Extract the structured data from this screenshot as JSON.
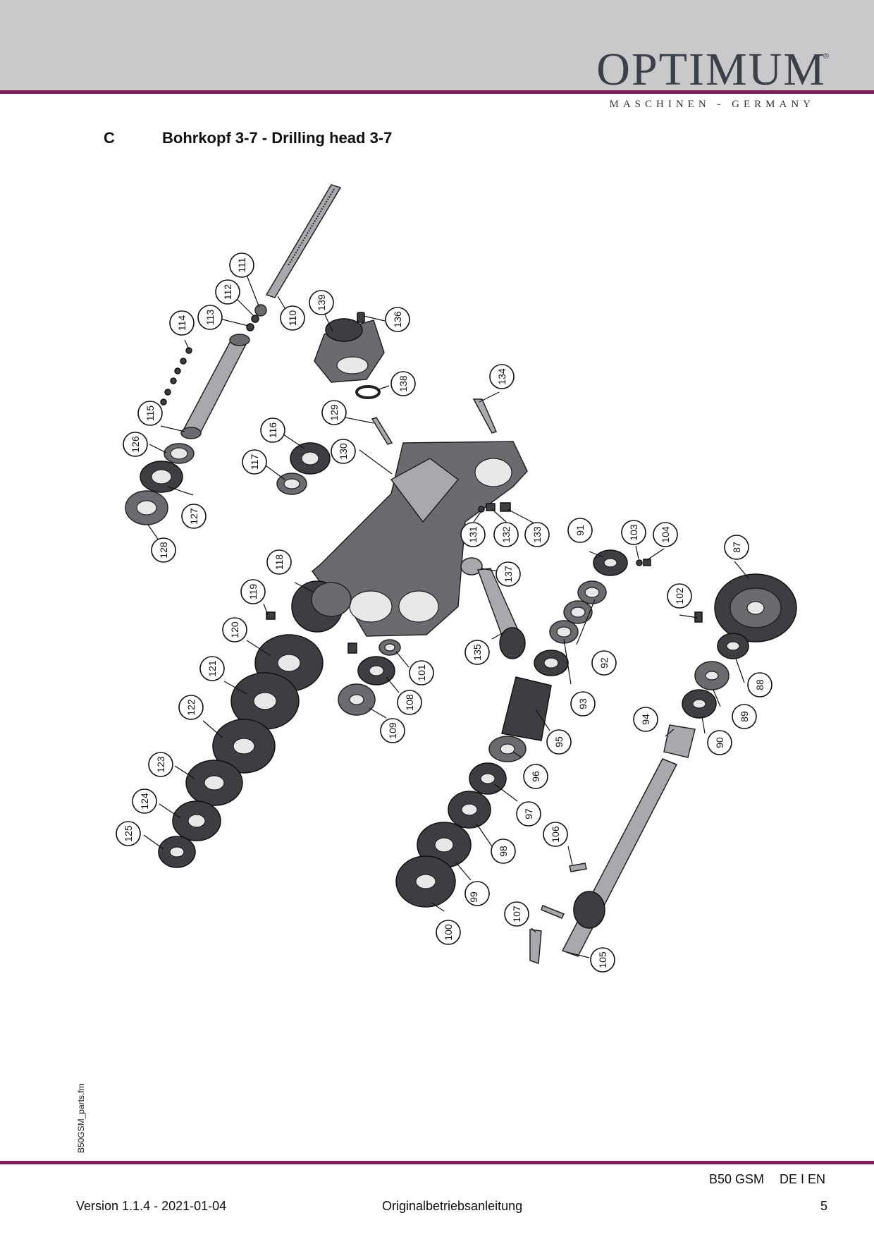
{
  "header": {
    "brand": "OPTIMUM",
    "registered_mark": "®",
    "tagline": "MASCHINEN - GERMANY",
    "band_color": "#c9c9cb",
    "rule_color": "#7f1f5a"
  },
  "section": {
    "letter": "C",
    "title": "Bohrkopf 3-7 - Drilling head 3-7"
  },
  "diagram": {
    "callouts": [
      "111",
      "112",
      "113",
      "114",
      "110",
      "139",
      "136",
      "138",
      "134",
      "129",
      "130",
      "116",
      "117",
      "115",
      "126",
      "127",
      "128",
      "131",
      "132",
      "133",
      "137",
      "118",
      "119",
      "120",
      "121",
      "122",
      "123",
      "124",
      "125",
      "101",
      "108",
      "109",
      "135",
      "91",
      "103",
      "104",
      "87",
      "102",
      "92",
      "93",
      "88",
      "89",
      "90",
      "94",
      "95",
      "96",
      "97",
      "98",
      "99",
      "100",
      "106",
      "107",
      "105"
    ]
  },
  "footer": {
    "side_file": "B50GSM_parts.fm",
    "model": "B50 GSM",
    "languages": "DE I EN",
    "version": "Version 1.1.4 - 2021-01-04",
    "doc_type": "Originalbetriebsanleitung",
    "page": "5"
  }
}
